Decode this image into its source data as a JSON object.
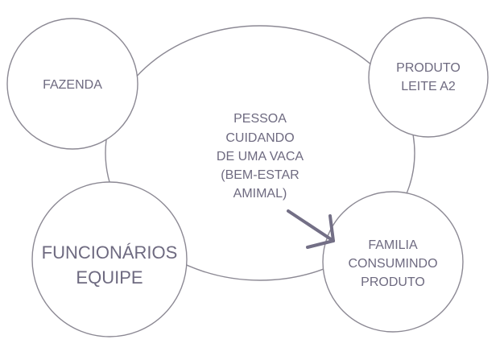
{
  "diagram": {
    "colors": {
      "stroke": "#8c8994",
      "text": "#6e6a80",
      "arrow": "#736f86",
      "background": "#ffffff"
    },
    "nodes": {
      "center": {
        "lines": [
          "PESSOA",
          "CUIDANDO",
          "DE UMA VACA",
          "(BEM-ESTAR",
          "AMIMAL)"
        ]
      },
      "fazenda": {
        "lines": [
          "FAZENDA"
        ]
      },
      "produto": {
        "lines": [
          "PRODUTO",
          "LEITE A2"
        ]
      },
      "funcionarios": {
        "lines": [
          "FUNCIONÁRIOS",
          "EQUIPE"
        ]
      },
      "familia": {
        "lines": [
          "FAMILIA",
          "CONSUMINDO",
          "PRODUTO"
        ]
      }
    },
    "arrow": {
      "from": "center",
      "to": "familia",
      "icon": "arrow-icon"
    }
  }
}
